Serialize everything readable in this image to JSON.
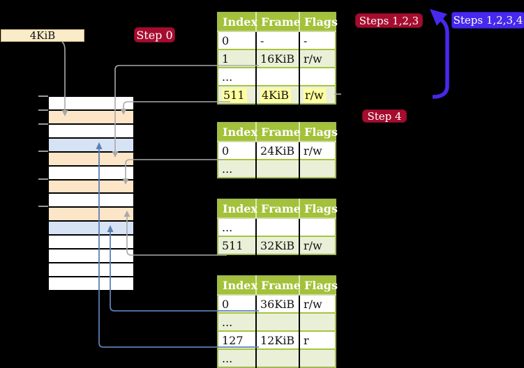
{
  "frame_label": {
    "text": "4KiB"
  },
  "badges": {
    "step0": "Step 0",
    "steps123": "Steps 1,2,3",
    "steps1234": "Steps 1,2,3,4",
    "step4": "Step 4"
  },
  "page_tables": {
    "headers": [
      "Index",
      "Frame",
      "Flags"
    ],
    "tables": [
      {
        "rows": [
          [
            "0",
            "-",
            "-"
          ],
          [
            "1",
            "16KiB",
            "r/w"
          ],
          [
            "...",
            "",
            ""
          ],
          [
            "511",
            "4KiB",
            "r/w"
          ]
        ],
        "highlight_row": 3
      },
      {
        "rows": [
          [
            "0",
            "24KiB",
            "r/w"
          ],
          [
            "...",
            "",
            ""
          ]
        ]
      },
      {
        "rows": [
          [
            "...",
            "",
            ""
          ],
          [
            "511",
            "32KiB",
            "r/w"
          ]
        ]
      },
      {
        "rows": [
          [
            "0",
            "36KiB",
            "r/w"
          ],
          [
            "...",
            "",
            ""
          ],
          [
            "127",
            "12KiB",
            "r"
          ],
          [
            "...",
            "",
            ""
          ]
        ]
      }
    ]
  },
  "memory": {
    "rows": [
      "white",
      "orange",
      "white",
      "blue",
      "orange",
      "white",
      "orange",
      "white",
      "orange",
      "blue",
      "white",
      "white",
      "white",
      "white"
    ]
  },
  "colors": {
    "green_header": "#a3c139",
    "green_row": "#eaf0d8",
    "green_row_border": "#a6c43c",
    "highlight_yellow": "#ffff9e",
    "orange_frame": "#fde5c8",
    "blue_frame": "#d6e3f4",
    "red_badge": "#a60c2e",
    "blue_badge": "#4629ec",
    "gray_arrow": "#a9a9a9",
    "blue_arrow": "#5b7fb5",
    "label_bg": "#faebc9"
  }
}
